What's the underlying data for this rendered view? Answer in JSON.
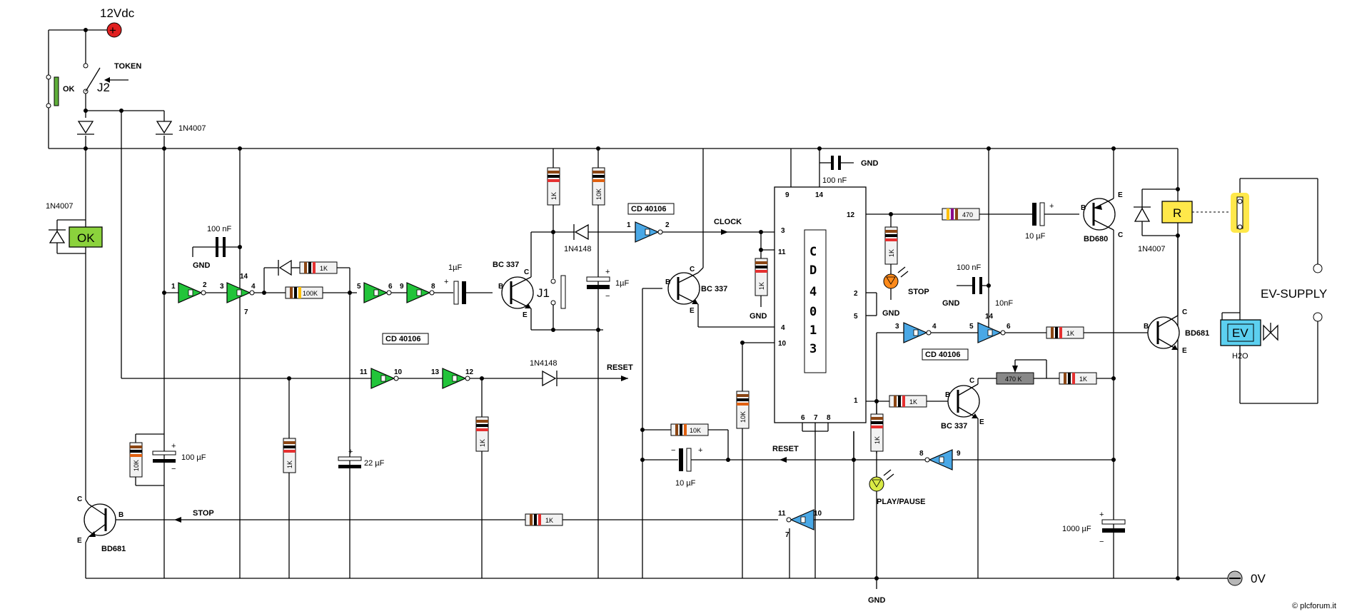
{
  "supply": {
    "v12": "12Vdc",
    "v0": "0V",
    "gnd": "GND",
    "ev_supply": "EV-SUPPLY"
  },
  "switches": {
    "token": "TOKEN",
    "j2": "J2",
    "ok": "OK",
    "j1": "J1"
  },
  "signals": {
    "clock": "CLOCK",
    "reset": "RESET",
    "stop": "STOP"
  },
  "chips": {
    "cd40106": "CD 40106",
    "cd4013_letters": [
      "C",
      "D",
      "4",
      "0",
      "1",
      "3"
    ]
  },
  "parts": {
    "d1n4007": "1N4007",
    "d1n4148": "1N4148",
    "c100nf": "100 nF",
    "c100nf_b": "100 nF",
    "c10nf": "10nF",
    "c1uf": "1µF",
    "c10uf": "10 µF",
    "c100uf": "100 µF",
    "c22uf": "22 µF",
    "c1000uf": "1000 µF",
    "r1k": "1K",
    "r10k": "10K",
    "r100k": "100K",
    "r470": "470",
    "r470k": "470 K",
    "bc337": "BC 337",
    "bd681": "BD681",
    "bd680": "BD680",
    "ok_lamp": "OK",
    "relay": "R",
    "ev": "EV",
    "h2o": "H2O",
    "led_stop": "STOP",
    "led_play": "PLAY/PAUSE"
  },
  "pins": {
    "p1": "1",
    "p2": "2",
    "p3": "3",
    "p4": "4",
    "p5": "5",
    "p6": "6",
    "p7": "7",
    "p8": "8",
    "p9": "9",
    "p10": "10",
    "p11": "11",
    "p12": "12",
    "p13": "13",
    "p14": "14"
  },
  "transistor_pins": {
    "b": "B",
    "c": "C",
    "e": "E"
  },
  "polarity": {
    "plus": "+",
    "minus": "−",
    "plus_sign": "+"
  },
  "watermark": "© plcforum.it",
  "colors": {
    "green": "#22c43a",
    "blue": "#4aa8e6",
    "ok_box": "#8bd23c",
    "relay": "#ffe84a",
    "ev": "#5cd0f0",
    "led_orange": "#ff8a1a",
    "led_yellow": "#d9ea45",
    "plus_terminal": "#e02020"
  }
}
